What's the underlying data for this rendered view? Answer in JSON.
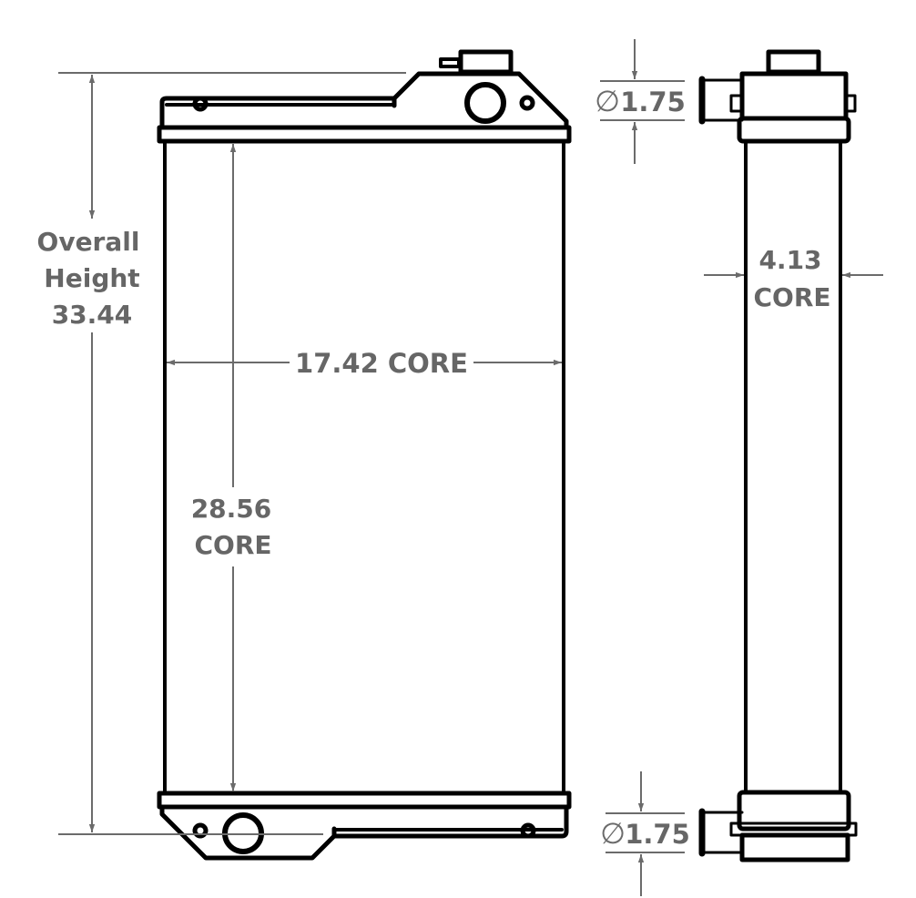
{
  "diagram": {
    "type": "radiator-dimension-drawing",
    "colors": {
      "outline": "#000000",
      "dimension": "#6b6b6b",
      "background": "#ffffff"
    },
    "front_view": {
      "overall_height": {
        "line1": "Overall",
        "line2": "Height",
        "value": "33.44"
      },
      "core_width": {
        "label": "17.42 CORE"
      },
      "core_height": {
        "value": "28.56",
        "unit": "CORE"
      }
    },
    "side_view": {
      "top_inlet": {
        "symbol": "∅",
        "value": "1.75"
      },
      "core_depth": {
        "value": "4.13",
        "unit": "CORE"
      },
      "bottom_outlet": {
        "symbol": "∅",
        "value": "1.75"
      }
    }
  }
}
